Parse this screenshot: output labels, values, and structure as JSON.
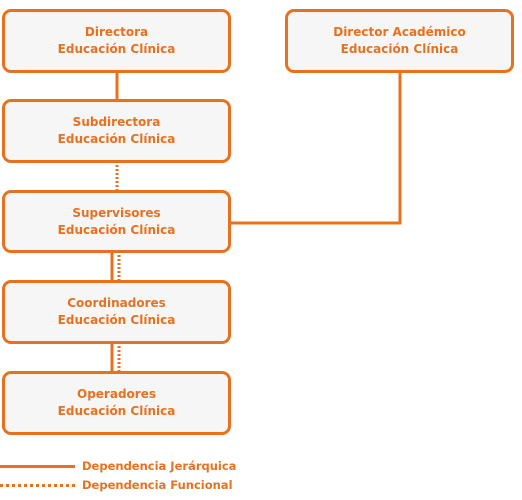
{
  "accent_color": "#e8711f",
  "box_fill": "#f7f6f7",
  "nodes": {
    "directora": {
      "line1": "Directora",
      "line2": "Educación Clínica"
    },
    "director_academico": {
      "line1": "Director Académico",
      "line2": "Educación Clínica"
    },
    "subdirectora": {
      "line1": "Subdirectora",
      "line2": "Educación Clínica"
    },
    "supervisores": {
      "line1": "Supervisores",
      "line2": "Educación Clínica"
    },
    "coordinadores": {
      "line1": "Coordinadores",
      "line2": "Educación Clínica"
    },
    "operadores": {
      "line1": "Operadores",
      "line2": "Educación Clínica"
    }
  },
  "legend": {
    "hierarchical": "Dependencia Jerárquica",
    "functional": "Dependencia Funcional"
  }
}
